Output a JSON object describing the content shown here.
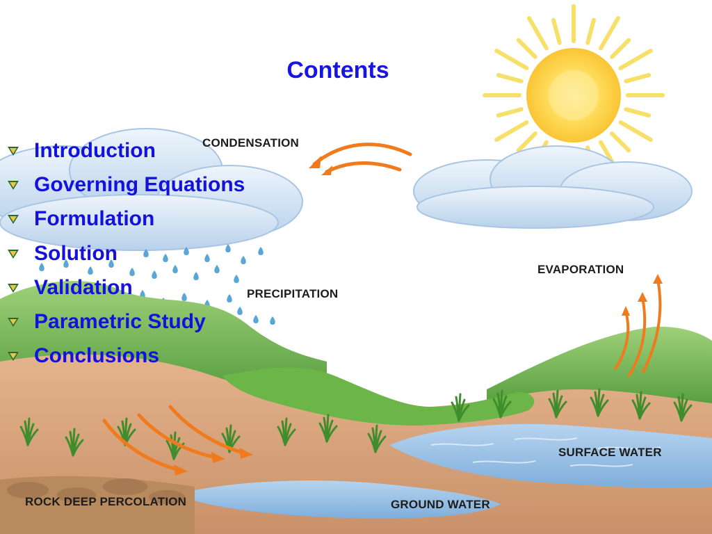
{
  "slide": {
    "title": "Contents",
    "items": [
      {
        "label": "Introduction"
      },
      {
        "label": "Governing Equations"
      },
      {
        "label": "Formulation"
      },
      {
        "label": "Solution"
      },
      {
        "label": "Validation"
      },
      {
        "label": "Parametric Study"
      },
      {
        "label": "Conclusions"
      }
    ],
    "bullet_icon": "triangle-down-bullet-icon"
  },
  "diagram": {
    "labels": {
      "condensation": "CONDENSATION",
      "evaporation": "EVAPORATION",
      "precipitation": "PRECIPITATION",
      "surface_water": "SURFACE WATER",
      "rock_deep_percolation": "ROCK DEEP PERCOLATION",
      "ground_water": "GROUND WATER"
    },
    "icons": [
      "sun-icon",
      "cloud-icon",
      "raindrop-icon",
      "arrow-icon",
      "grass-icon"
    ]
  },
  "colors": {
    "title": "#1616e0",
    "list_text": "#1212dc",
    "label_text": "#1c1c1c",
    "sun": "#ffd24a",
    "sun_rays": "#f6e06a",
    "cloud": "#d6e6f5",
    "hill_green": "#5aa83a",
    "soil": "#d9a37c",
    "water": "#8fb9e0",
    "arrow": "#f07a1e"
  }
}
